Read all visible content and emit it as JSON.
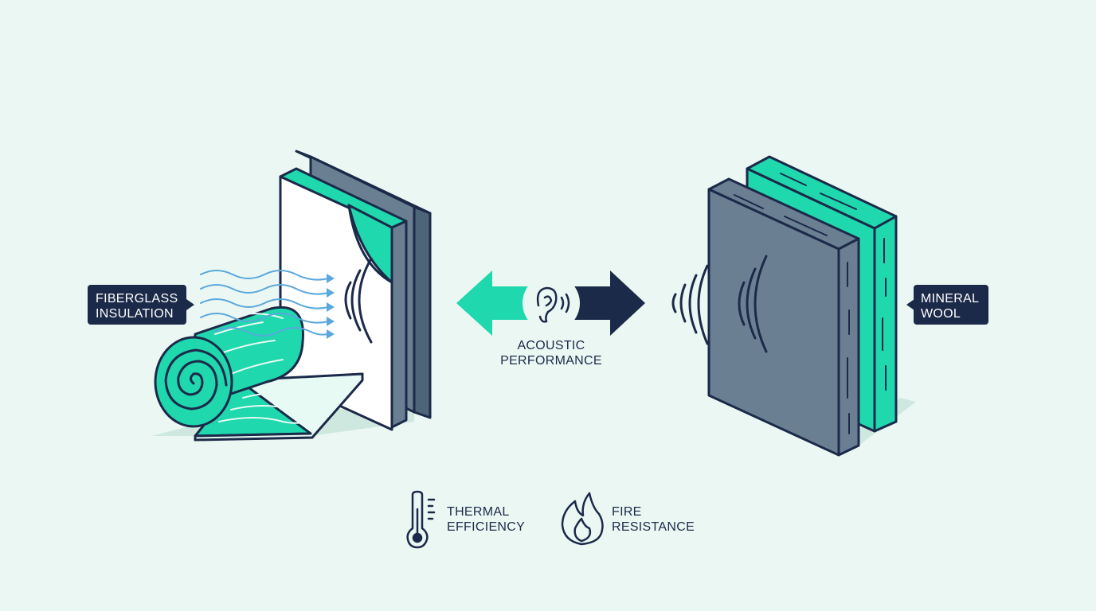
{
  "colors": {
    "background": "#eaf7f2",
    "navy": "#1c2a4a",
    "teal": "#1fd8ad",
    "slate": "#6b7f92",
    "wave_blue": "#5aa8dc"
  },
  "labels": {
    "fiberglass": [
      "FIBERGLASS",
      "INSULATION"
    ],
    "mineral_wool": [
      "MINERAL",
      "WOOL"
    ],
    "acoustic": [
      "ACOUSTIC",
      "PERFORMANCE"
    ],
    "thermal": [
      "THERMAL",
      "EFFICIENCY"
    ],
    "fire": [
      "FIRE",
      "RESISTANCE"
    ]
  },
  "icons": {
    "ear": "ear-icon",
    "thermometer": "thermometer-icon",
    "flame": "flame-icon"
  }
}
